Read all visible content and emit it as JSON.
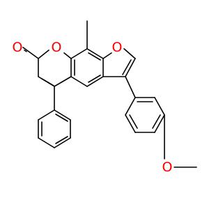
{
  "molecule": {
    "atoms": {
      "carbonyl_oxygen": {
        "symbol": "O",
        "color": "#ff0000"
      },
      "pyranone_oxygen": {
        "symbol": "O",
        "color": "#ff0000"
      },
      "furan_oxygen": {
        "symbol": "O",
        "color": "#ff0000"
      },
      "methoxy_oxygen": {
        "symbol": "O",
        "color": "#ff0000"
      }
    },
    "colors": {
      "bond": "#000000",
      "heteroatom": "#ff0000",
      "background": "#ffffff"
    }
  }
}
